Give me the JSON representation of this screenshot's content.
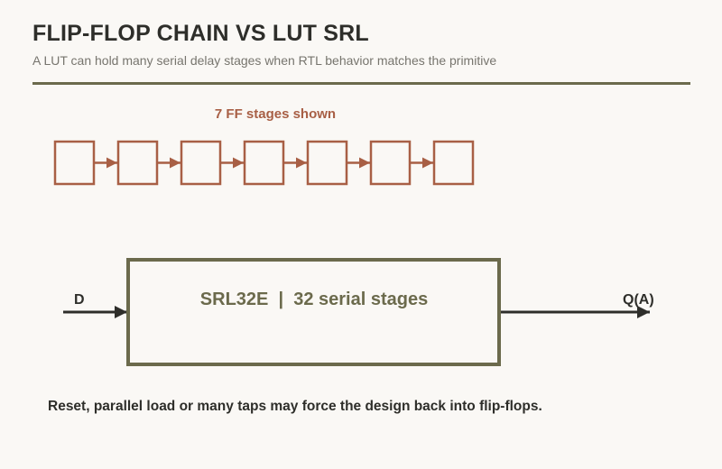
{
  "header": {
    "title": "FLIP-FLOP CHAIN VS LUT SRL",
    "subtitle": "A LUT can hold many serial delay stages when RTL behavior matches the primitive"
  },
  "ff_chain": {
    "label": "7 FF stages shown",
    "stage_count": 7
  },
  "srl": {
    "label": "SRL32E  |  32 serial stages",
    "input_label": "D",
    "output_label": "Q(A)"
  },
  "footnote": "Reset, parallel load or many taps may force the design back into flip-flops.",
  "colors": {
    "ff_stroke": "#a85f45",
    "srl_stroke": "#6b6a4c",
    "wire": "#2e2e2a",
    "background": "#faf8f5"
  }
}
